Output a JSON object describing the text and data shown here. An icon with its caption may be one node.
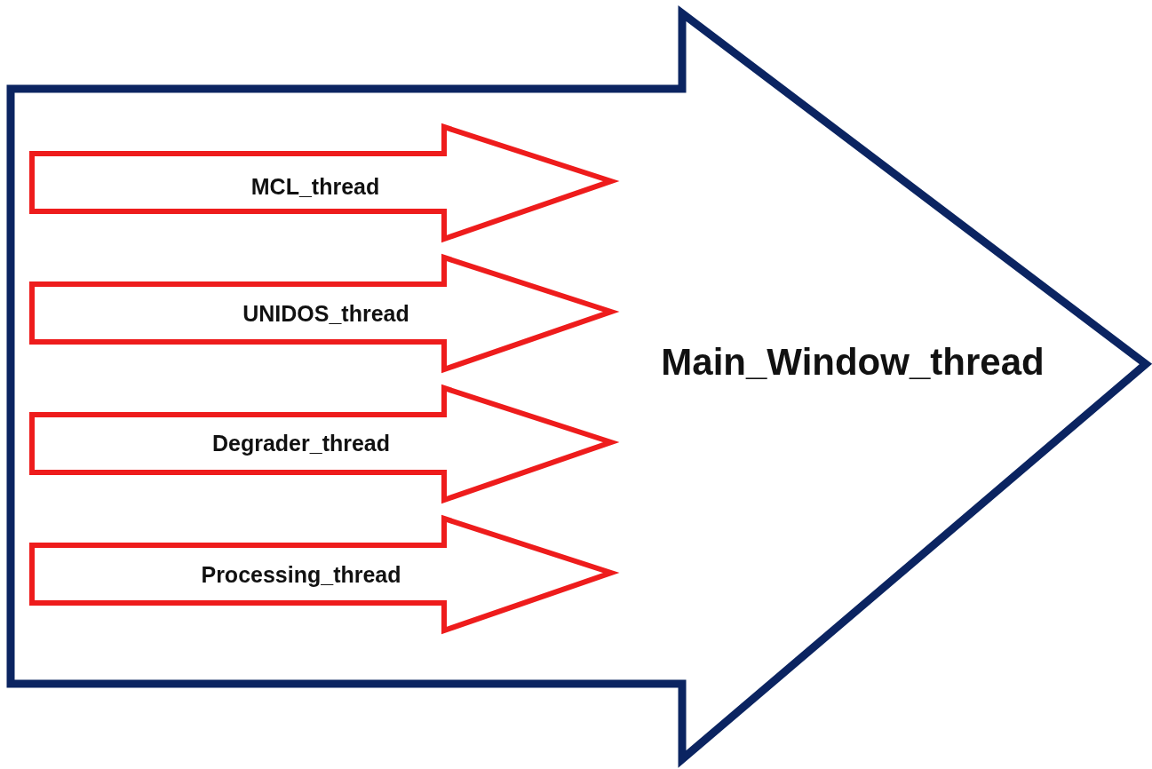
{
  "diagram": {
    "nodes": [
      {
        "text": [
          "Main_Window_thread"
        ]
      },
      {
        "text": [
          "MCL_thread"
        ],
        "in": 0
      },
      {
        "text": [
          "UNIDOS_thread"
        ],
        "in": 0
      },
      {
        "text": [
          "Degrader_thread"
        ],
        "in": 0
      },
      {
        "text": [
          "Processing_thread"
        ],
        "in": 0
      }
    ]
  }
}
